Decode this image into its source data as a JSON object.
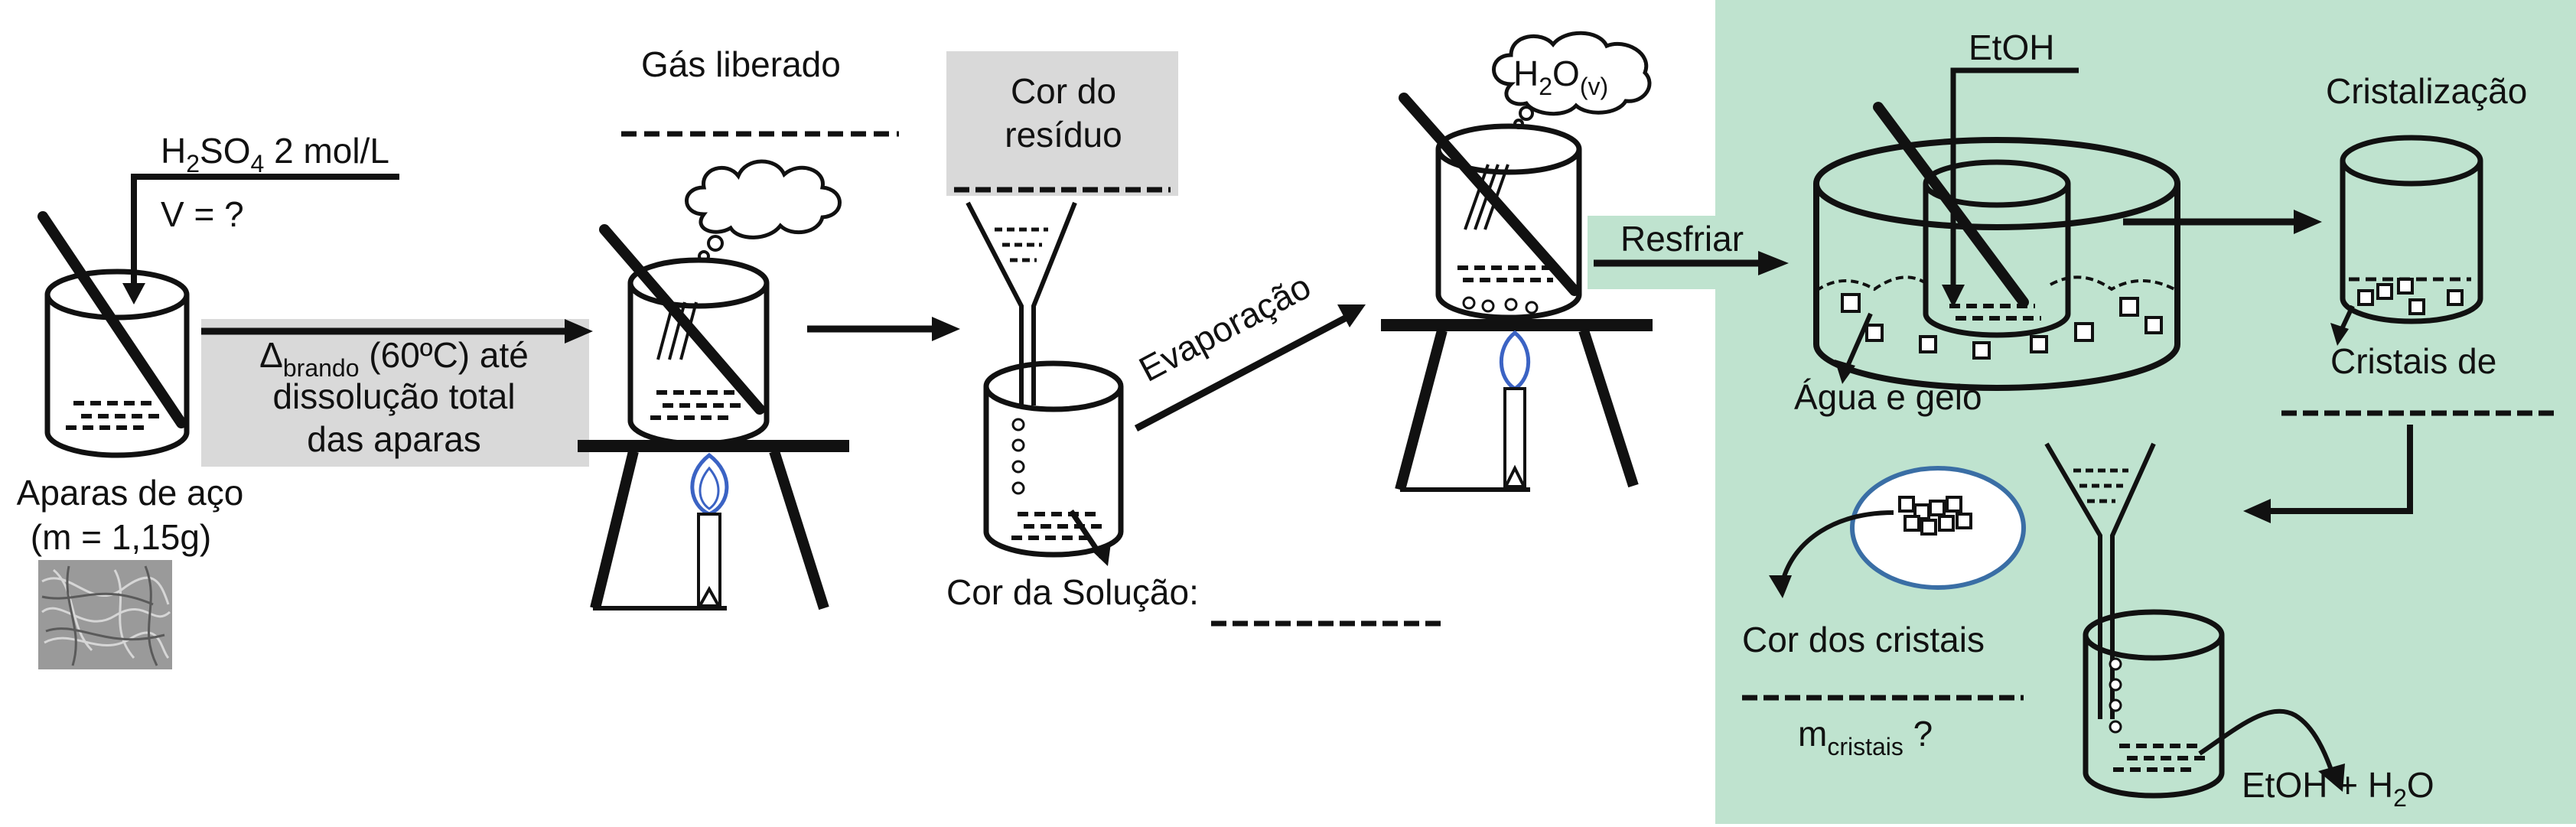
{
  "colors": {
    "green_panel": "#bfe3cf",
    "gray_box": "#d9d9d9",
    "flame": "#3b63c4",
    "oval_border": "#3a6ea5"
  },
  "icons": [
    "beaker-icon",
    "glass-rod-icon",
    "gas-cloud-icon",
    "bunsen-burner-icon",
    "tripod-stand-icon",
    "funnel-icon",
    "steel-wool-photo",
    "ice-bath-icon",
    "crystal-icon",
    "arrow-icon"
  ],
  "steel": {
    "line1": "Aparas de aço",
    "line2": "(m = 1,15g)"
  },
  "acid": {
    "formula_pre": "H",
    "formula_sub": "2",
    "formula_mid": "SO",
    "formula_sub2": "4",
    "formula_post": " 2 mol/L",
    "volume": "V = ?"
  },
  "heating": {
    "delta": "Δ",
    "delta_sub": "brando",
    "line1_rest": " (60ºC) até",
    "line2": "dissolução total",
    "line3": "das aparas"
  },
  "gas": {
    "label": "Gás liberado"
  },
  "residue": {
    "line1": "Cor do",
    "line2": "resíduo"
  },
  "solution": {
    "label": "Cor da Solução:"
  },
  "evaporation": {
    "label": "Evaporação"
  },
  "vapor": {
    "pre": "H",
    "sub": "2",
    "mid": "O",
    "state": "(v)"
  },
  "cool": {
    "label": "Resfriar"
  },
  "ethanol": {
    "label": "EtOH"
  },
  "bath": {
    "label": "Água e gelo"
  },
  "crystallization": {
    "label": "Cristalização",
    "crystals_label": "Cristais de"
  },
  "crystal_color": {
    "label": "Cor dos cristais"
  },
  "crystal_mass": {
    "pre": "m",
    "sub": "cristais",
    "post": " ?"
  },
  "filtrate": {
    "pre": "EtOH + H",
    "sub": "2",
    "post": "O"
  }
}
